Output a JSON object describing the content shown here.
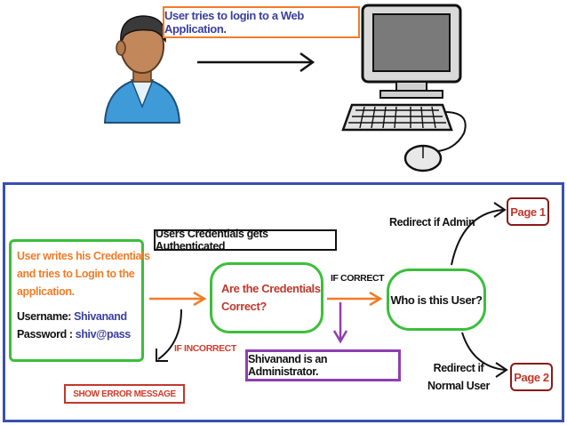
{
  "top": {
    "action_text": "User tries to login to a Web Application."
  },
  "flow": {
    "credentials": {
      "line1": "User writes his Credentials",
      "line2": "and tries to Login to the",
      "line3": "application.",
      "username_label": "Username:",
      "username_value": "Shivanand",
      "password_label": "Password :",
      "password_value": "shiv@pass"
    },
    "auth_label": "Users Credentials gets Authenticated",
    "check_line1": "Are the Credentials",
    "check_line2": "Correct?",
    "if_correct": "IF CORRECT",
    "if_incorrect": "IF INCORRECT",
    "error_message": "SHOW ERROR MESSAGE",
    "who_user": "Who is this User?",
    "admin_result": "Shivanand is an Administrator.",
    "redirect_admin": "Redirect if Admin",
    "redirect_normal_line1": "Redirect if",
    "redirect_normal_line2": "Normal User",
    "page1": "Page 1",
    "page2": "Page 2"
  },
  "colors": {
    "frame": "#3a4fb0",
    "success": "#3bbf3b",
    "accent_orange": "#f07c28",
    "error_red": "#d23b2b",
    "admin_purple": "#8e3fb0",
    "page_border": "#8b1a1a"
  }
}
